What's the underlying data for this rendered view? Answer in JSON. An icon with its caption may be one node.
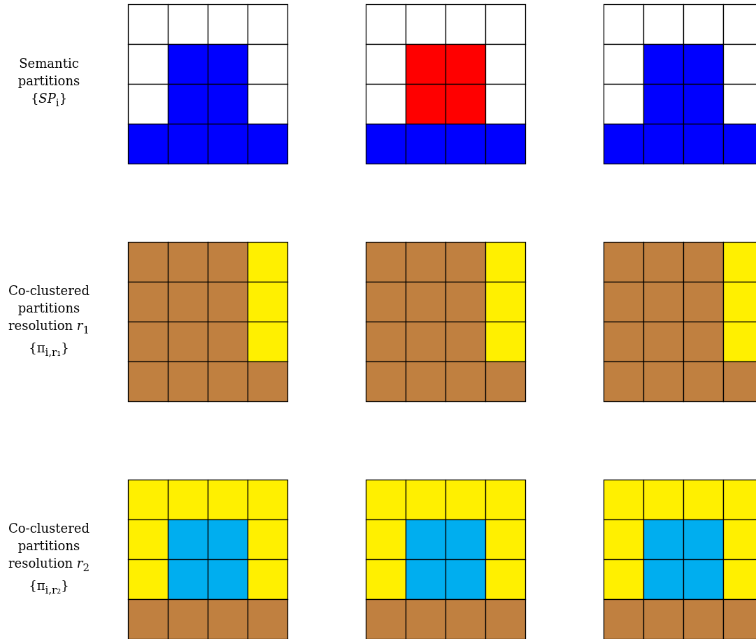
{
  "diagram": {
    "labels": [
      "Semantic partitions {*SP*$_{i}$}",
      "Co-clustered partitions resolution *r*$_{1}$ {π$_{i,r₁}$}",
      "Co-clustered partitions resolution *r*$_{2}$ {π$_{i,r₂}$}"
    ]
  }
}
